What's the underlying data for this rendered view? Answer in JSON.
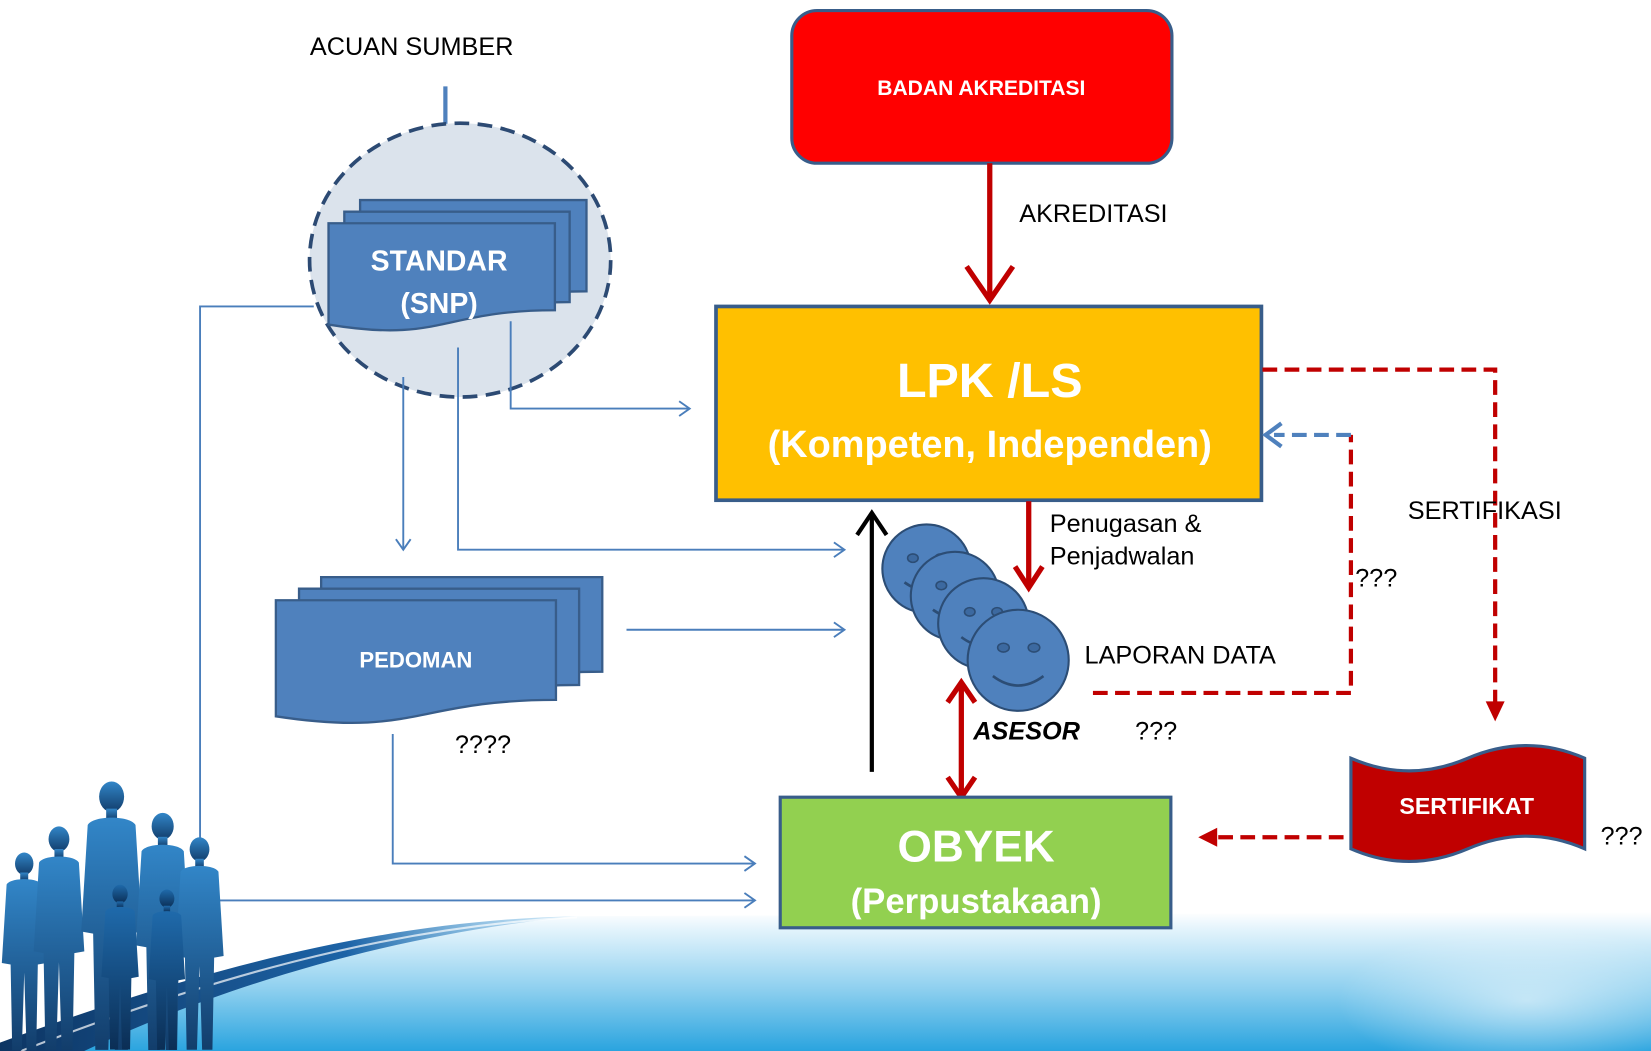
{
  "diagram": {
    "source": {
      "label": "ACUAN SUMBER"
    },
    "standard": {
      "line1": "STANDAR",
      "line2": "(SNP)"
    },
    "accreditation_body": {
      "label": "BADAN AKREDITASI"
    },
    "accreditation_flow": {
      "label": "AKREDITASI"
    },
    "lpk": {
      "title": "LPK /LS",
      "subtitle": "(Kompeten, Independen)"
    },
    "assignment_flow": {
      "line1": "Penugasan &",
      "line2": "Penjadwalan"
    },
    "report_flow": {
      "label": "LAPORAN DATA",
      "question": "???"
    },
    "assessor": {
      "label": "ASESOR",
      "question": "???"
    },
    "guideline": {
      "label": "PEDOMAN",
      "question": "????"
    },
    "object": {
      "title": "OBYEK",
      "subtitle": "(Perpustakaan)"
    },
    "certification_flow": {
      "label": "SERTIFIKASI"
    },
    "certificate": {
      "label": "SERTIFIKAT",
      "question": "???"
    }
  },
  "colors": {
    "document_fill": "#4f81bd",
    "shape_border": "#385d8a",
    "scope_ellipse_fill": "#dbe3ec",
    "accreditation_body_fill": "#ff0000",
    "lpk_fill": "#ffc000",
    "object_fill": "#92d050",
    "certificate_fill": "#c00000",
    "red_arrow": "#c00000",
    "blue_connector": "#4a7ebb",
    "banner_blue": "#2aa4df"
  },
  "icons": {
    "assessor": "smiley-face-icon",
    "decoration": "business-people-silhouette"
  }
}
